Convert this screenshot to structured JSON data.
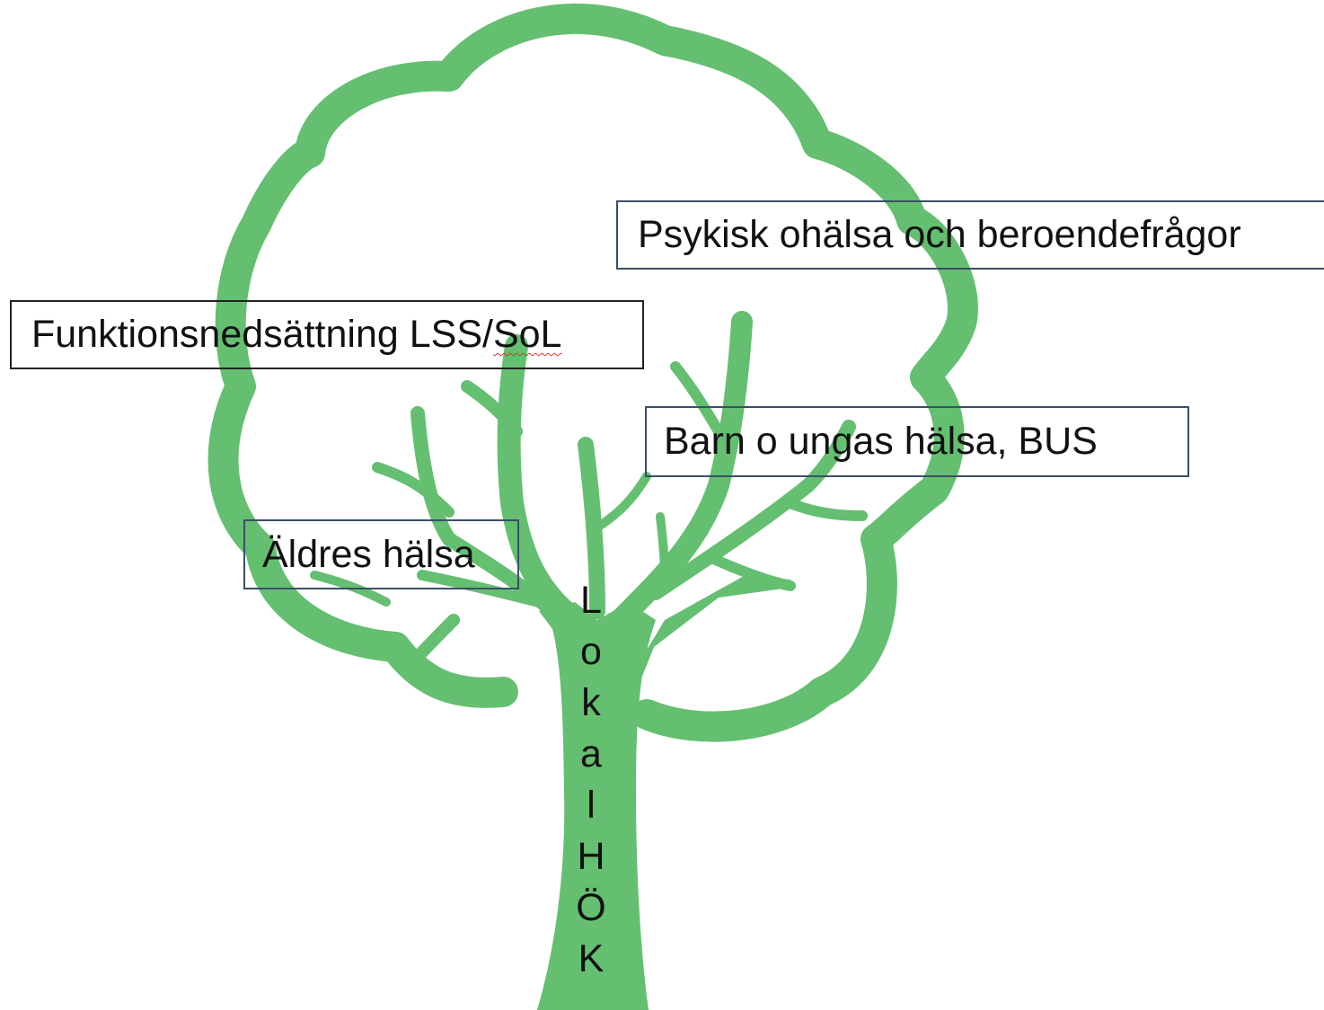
{
  "colors": {
    "tree": "#64bf70",
    "box_border": "#3a4f66",
    "text": "#111111",
    "spellcheck": "#e03030"
  },
  "labels": {
    "psykisk": "Psykisk ohälsa och beroendefrågor",
    "funktion_main": "Funktionsnedsättning LSS/",
    "funktion_sol": "SoL",
    "barn": "Barn o ungas hälsa, BUS",
    "aldres": "Äldres hälsa"
  },
  "trunk": {
    "letters": [
      "L",
      "o",
      "k",
      "a",
      "l",
      "H",
      "Ö",
      "K"
    ]
  },
  "icon": "tree-icon"
}
